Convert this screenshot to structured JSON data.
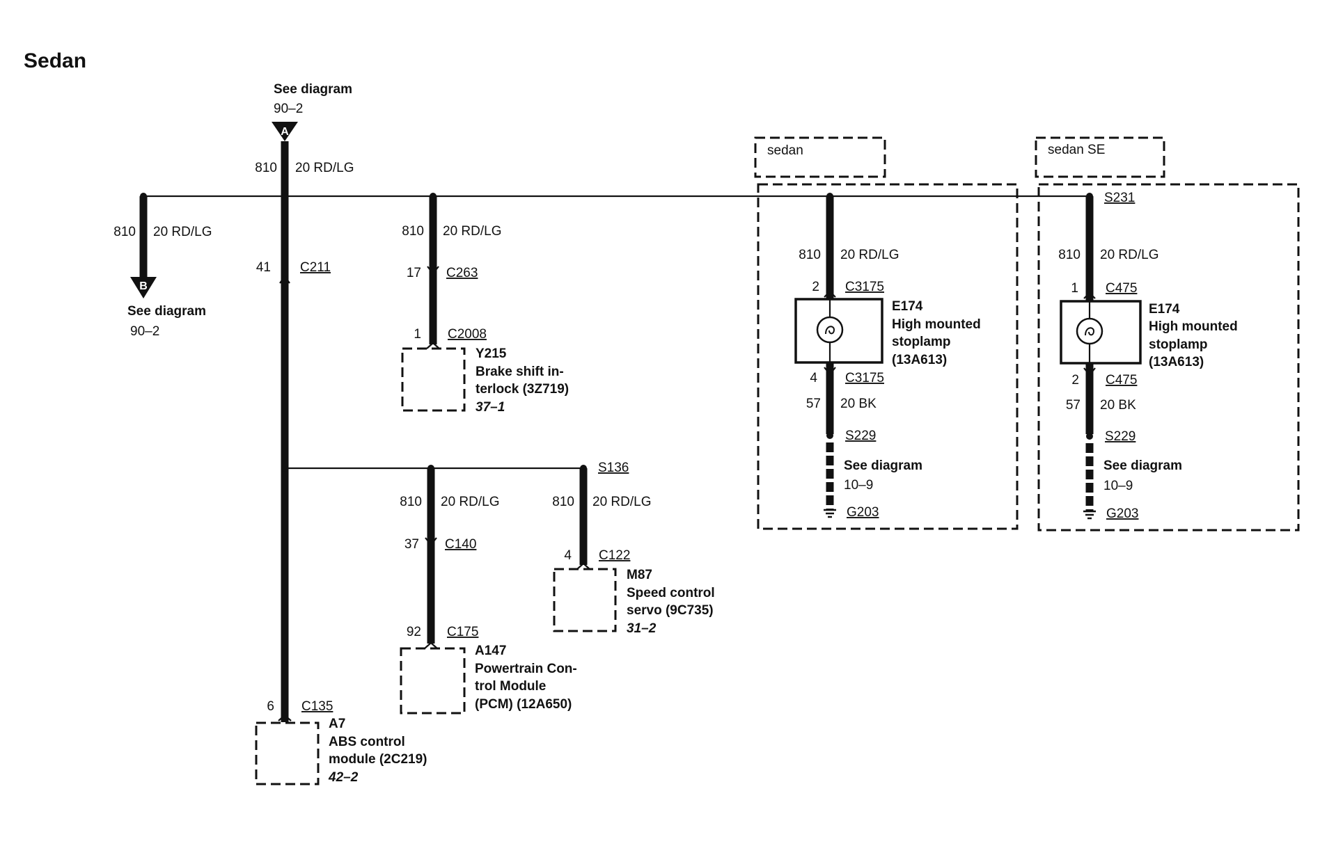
{
  "title": "Sedan",
  "ref_a": {
    "see": "See diagram",
    "page": "90–2",
    "letter": "A"
  },
  "ref_b": {
    "see": "See diagram",
    "page": "90–2",
    "letter": "B"
  },
  "wires": {
    "main": {
      "circuit": "810",
      "gauge_color": "20 RD/LG"
    },
    "to_b": {
      "circuit": "810",
      "gauge_color": "20 RD/LG"
    },
    "y215": {
      "circuit": "810",
      "gauge_color": "20 RD/LG"
    },
    "pcm": {
      "circuit": "810",
      "gauge_color": "20 RD/LG"
    },
    "servo": {
      "circuit": "810",
      "gauge_color": "20 RD/LG"
    },
    "sedan_lamp": {
      "circuit": "810",
      "gauge_color": "20 RD/LG"
    },
    "sedanse_lamp": {
      "circuit": "810",
      "gauge_color": "20 RD/LG"
    },
    "sedan_ground": {
      "circuit": "57",
      "gauge_color": "20 BK"
    },
    "sedanse_ground": {
      "circuit": "57",
      "gauge_color": "20 BK"
    }
  },
  "connectors": {
    "c211": {
      "pin": "41",
      "name": "C211"
    },
    "c135": {
      "pin": "6",
      "name": "C135"
    },
    "c263": {
      "pin": "17",
      "name": "C263"
    },
    "c2008": {
      "pin": "1",
      "name": "C2008"
    },
    "c140": {
      "pin": "37",
      "name": "C140"
    },
    "c175": {
      "pin": "92",
      "name": "C175"
    },
    "c122": {
      "pin": "4",
      "name": "C122"
    },
    "c3175_in": {
      "pin": "2",
      "name": "C3175"
    },
    "c3175_out": {
      "pin": "4",
      "name": "C3175"
    },
    "c475_in": {
      "pin": "1",
      "name": "C475"
    },
    "c475_out": {
      "pin": "2",
      "name": "C475"
    }
  },
  "splices": {
    "s136": "S136",
    "s231": "S231",
    "s229_sedan": "S229",
    "s229_sedanse": "S229"
  },
  "grounds": {
    "sedan": "G203",
    "sedanse": "G203"
  },
  "ground_refs": {
    "sedan": {
      "see": "See diagram",
      "page": "10–9"
    },
    "sedanse": {
      "see": "See diagram",
      "page": "10–9"
    }
  },
  "variants": {
    "sedan": "sedan",
    "sedanse": "sedan SE"
  },
  "components": {
    "y215": {
      "id": "Y215",
      "line1": "Brake shift in-",
      "line2": "terlock (3Z719)",
      "ref": "37–1"
    },
    "a147": {
      "id": "A147",
      "line1": "Powertrain Con-",
      "line2": "trol Module",
      "line3": "(PCM) (12A650)"
    },
    "m87": {
      "id": "M87",
      "line1": "Speed control",
      "line2": "servo (9C735)",
      "ref": "31–2"
    },
    "a7": {
      "id": "A7",
      "line1": "ABS control",
      "line2": "module (2C219)",
      "ref": "42–2"
    },
    "e174_sedan": {
      "id": "E174",
      "line1": "High mounted",
      "line2": "stoplamp",
      "line3": "(13A613)"
    },
    "e174_sedanse": {
      "id": "E174",
      "line1": "High mounted",
      "line2": "stoplamp",
      "line3": "(13A613)"
    }
  }
}
